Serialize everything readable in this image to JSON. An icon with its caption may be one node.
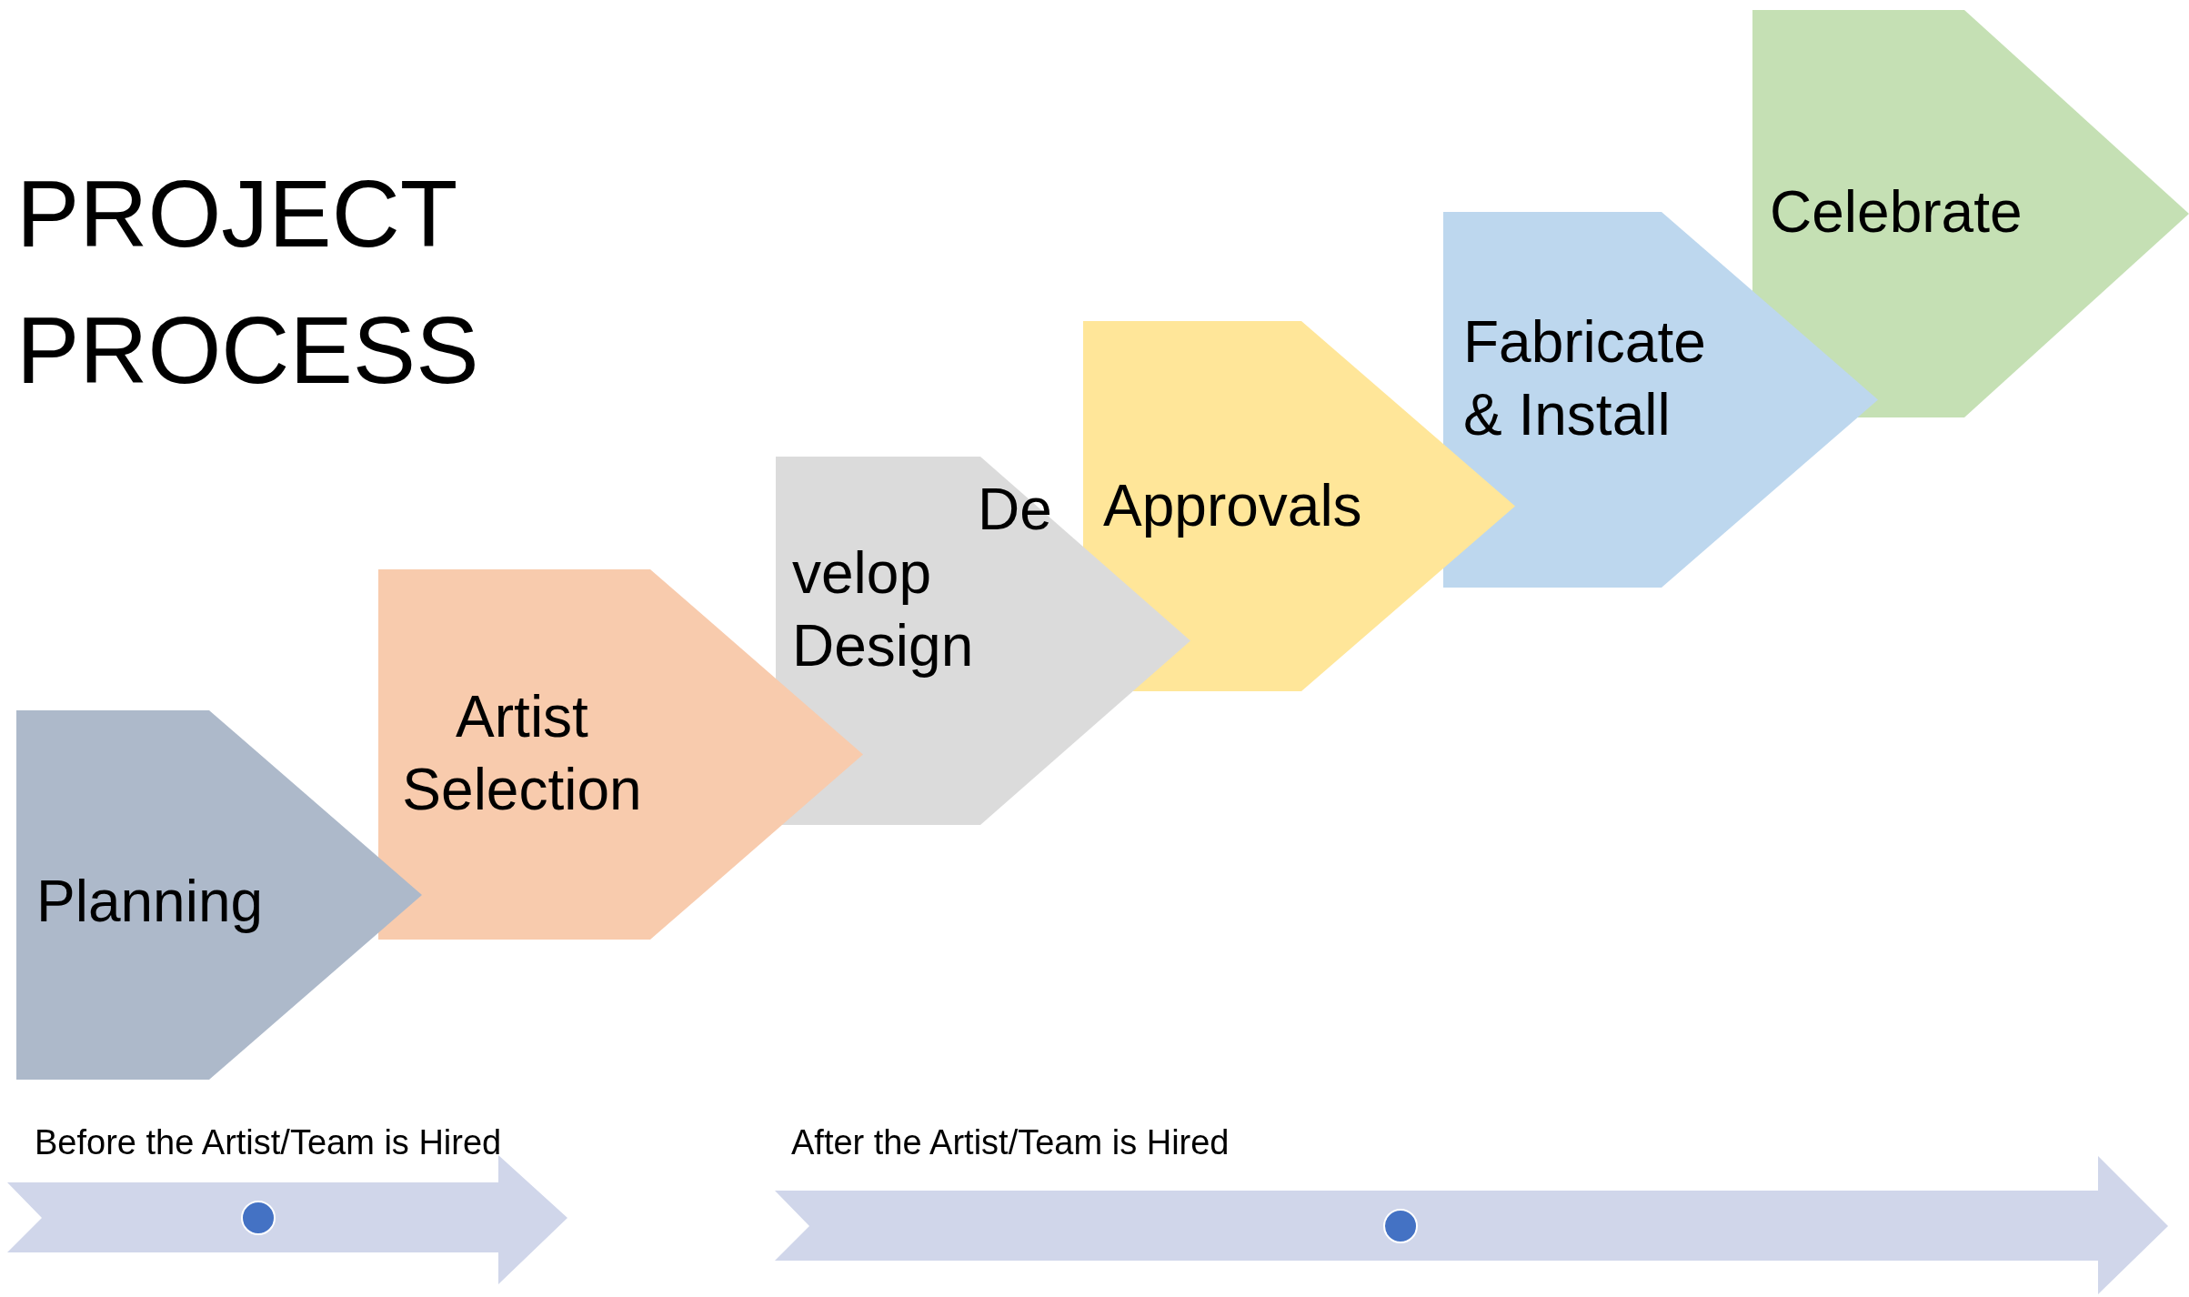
{
  "diagram": {
    "title": "PROJECT PROCESS",
    "nodes": [
      {
        "text": [
          "Planning"
        ]
      },
      {
        "text": [
          "Artist Selection"
        ]
      },
      {
        "text": [
          "De",
          "velop Design"
        ]
      },
      {
        "text": [
          "Approvals"
        ]
      },
      {
        "text": [
          "Fabricate & Install"
        ]
      },
      {
        "text": [
          "Celebrate"
        ]
      }
    ],
    "labels": [
      "Before the Artist/Team is Hired",
      "After the Artist/Team is Hired"
    ]
  }
}
